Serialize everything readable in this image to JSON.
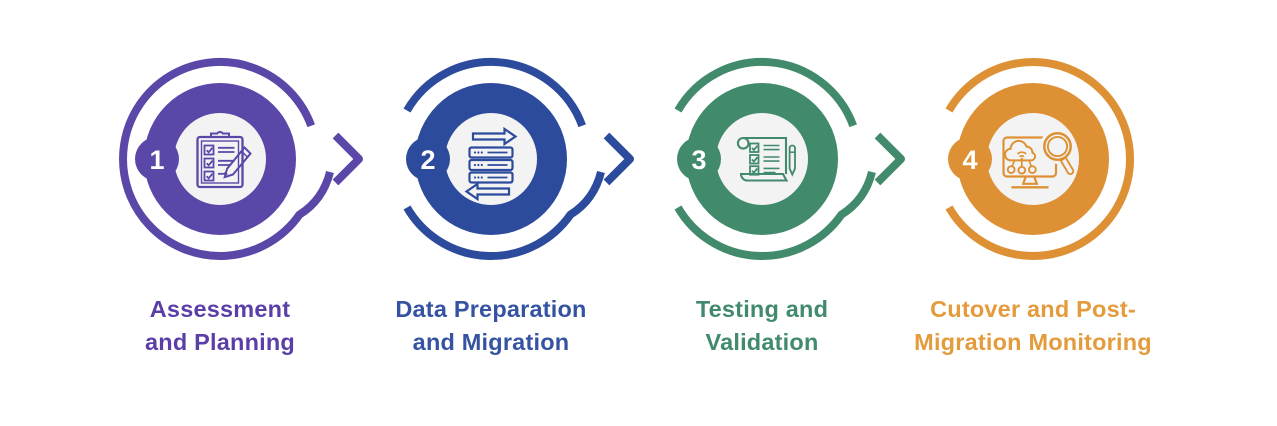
{
  "steps": [
    {
      "number": "1",
      "label": "Assessment and Planning",
      "lines": [
        "Assessment",
        "and Planning"
      ],
      "color": "#5b47a8",
      "label_color": "#5b3fa6",
      "icon": "clipboard-checklist-icon",
      "has_arrow": true
    },
    {
      "number": "2",
      "label": "Data Preparation and Migration",
      "lines": [
        "Data Preparation",
        "and Migration"
      ],
      "color": "#2d4b9c",
      "label_color": "#3653a2",
      "icon": "data-migration-stack-icon",
      "has_arrow": true
    },
    {
      "number": "3",
      "label": "Testing and Validation",
      "lines": [
        "Testing and",
        "Validation"
      ],
      "color": "#418a6c",
      "label_color": "#418a6c",
      "icon": "testing-checklist-scroll-icon",
      "has_arrow": true
    },
    {
      "number": "4",
      "label": "Cutover and Post-Migration Monitoring",
      "lines": [
        "Cutover and Post-",
        "Migration Monitoring"
      ],
      "color": "#dd9134",
      "label_color": "#e49b3c",
      "icon": "cloud-monitoring-magnifier-icon",
      "has_arrow": false
    }
  ],
  "styles": {
    "inner_circle_color": "#f3f3f4",
    "background": "#ffffff",
    "number_text_color": "#ffffff"
  }
}
